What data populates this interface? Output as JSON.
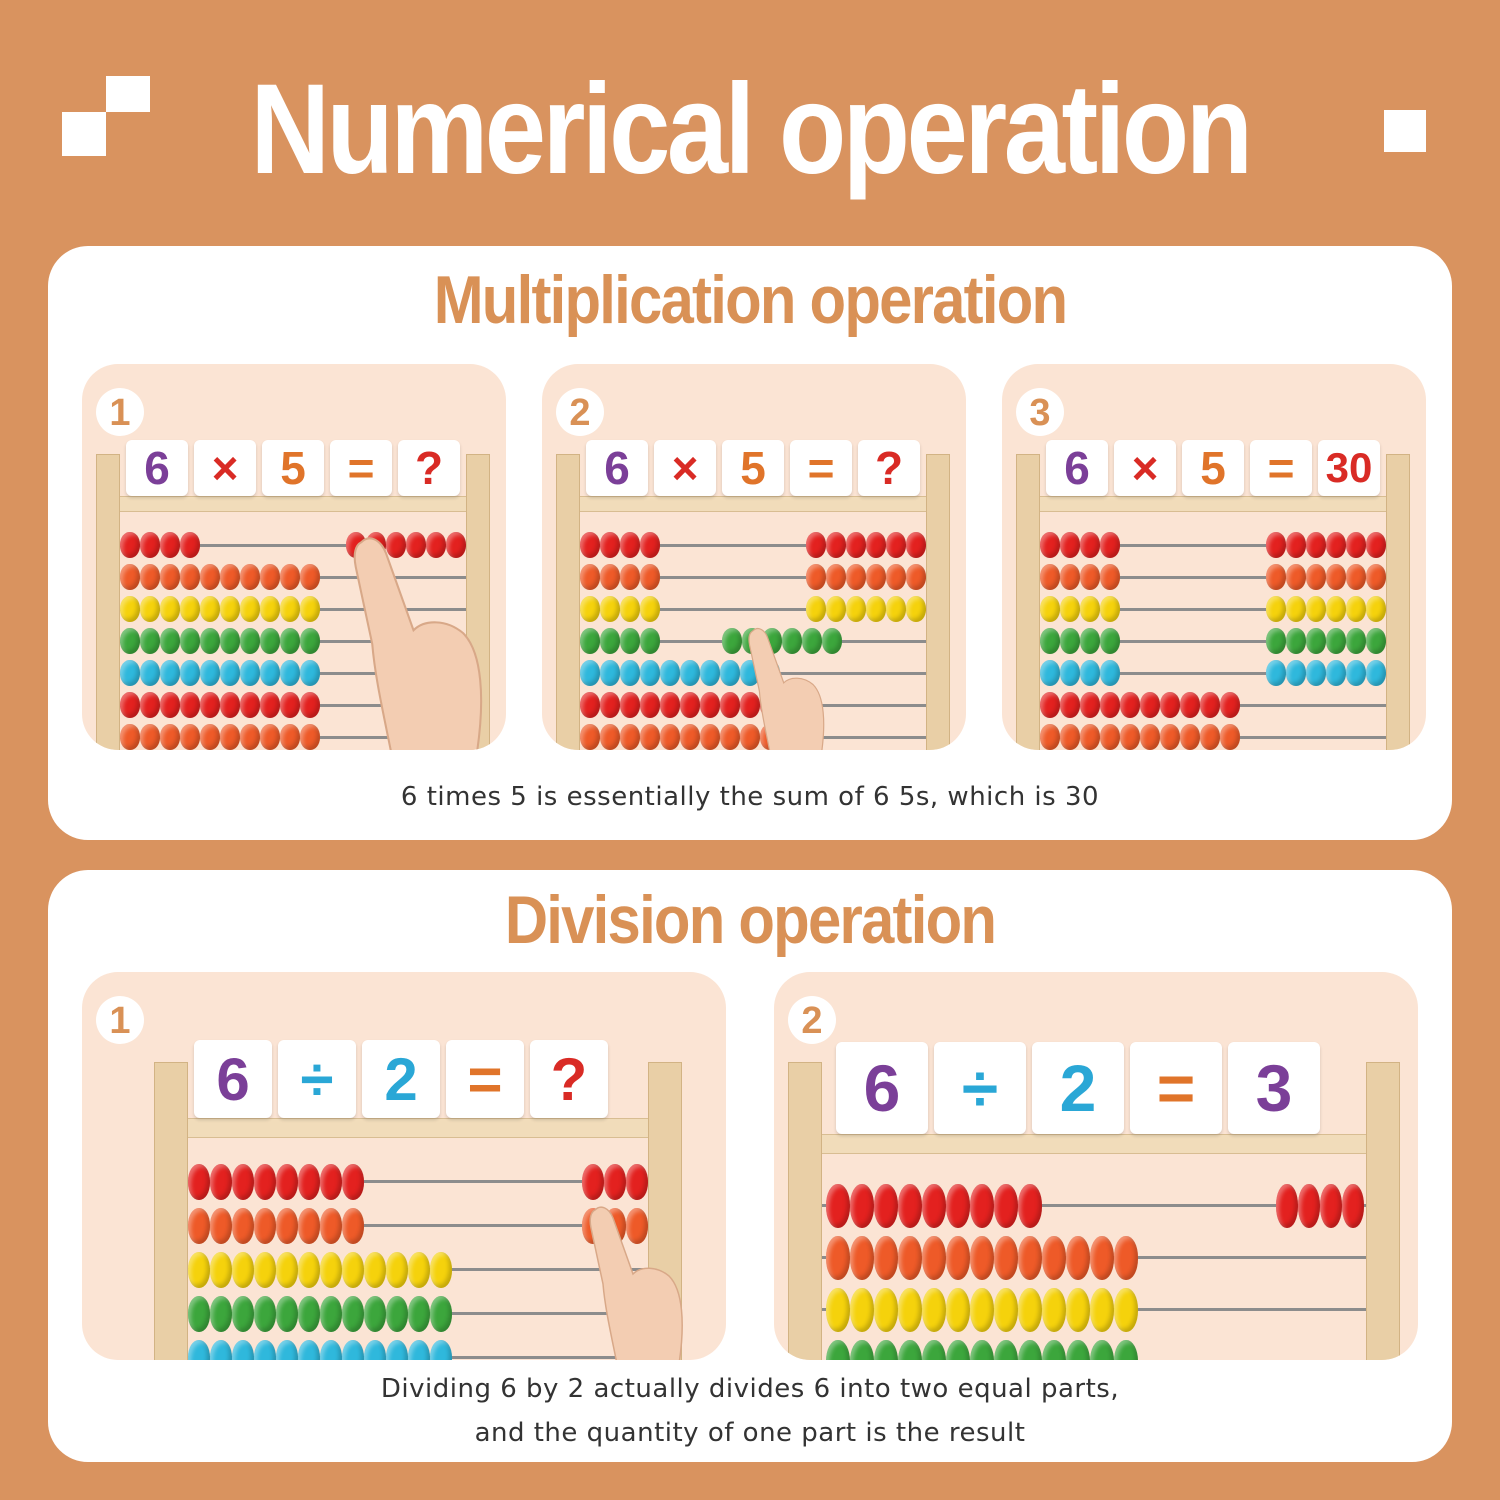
{
  "title": "Numerical operation",
  "multiplication": {
    "title": "Multiplication operation",
    "caption": "6 times 5 is essentially the sum of 6 5s, which is 30",
    "panels": [
      {
        "step": "1",
        "cards": [
          "6",
          "×",
          "5",
          "=",
          "?"
        ]
      },
      {
        "step": "2",
        "cards": [
          "6",
          "×",
          "5",
          "=",
          "?"
        ]
      },
      {
        "step": "3",
        "cards": [
          "6",
          "×",
          "5",
          "=",
          "30"
        ]
      }
    ]
  },
  "division": {
    "title": "Division operation",
    "caption_line1": "Dividing 6 by 2 actually divides 6 into two equal parts,",
    "caption_line2": "and the quantity of one part is the result",
    "panels": [
      {
        "step": "1",
        "cards": [
          "6",
          "÷",
          "2",
          "=",
          "?"
        ]
      },
      {
        "step": "2",
        "cards": [
          "6",
          "÷",
          "2",
          "=",
          "3"
        ]
      }
    ]
  },
  "colors": {
    "background": "#d9935f",
    "accent": "#d99156",
    "purple": "#7b3f98",
    "red": "#d92b25",
    "orange": "#e0742a",
    "blue": "#2aa7d6",
    "bead_red": "#e3211f",
    "bead_orange": "#ee5a28",
    "bead_yellow": "#f5d20c",
    "bead_green": "#3ca63c",
    "bead_blue": "#2fb8dc"
  }
}
